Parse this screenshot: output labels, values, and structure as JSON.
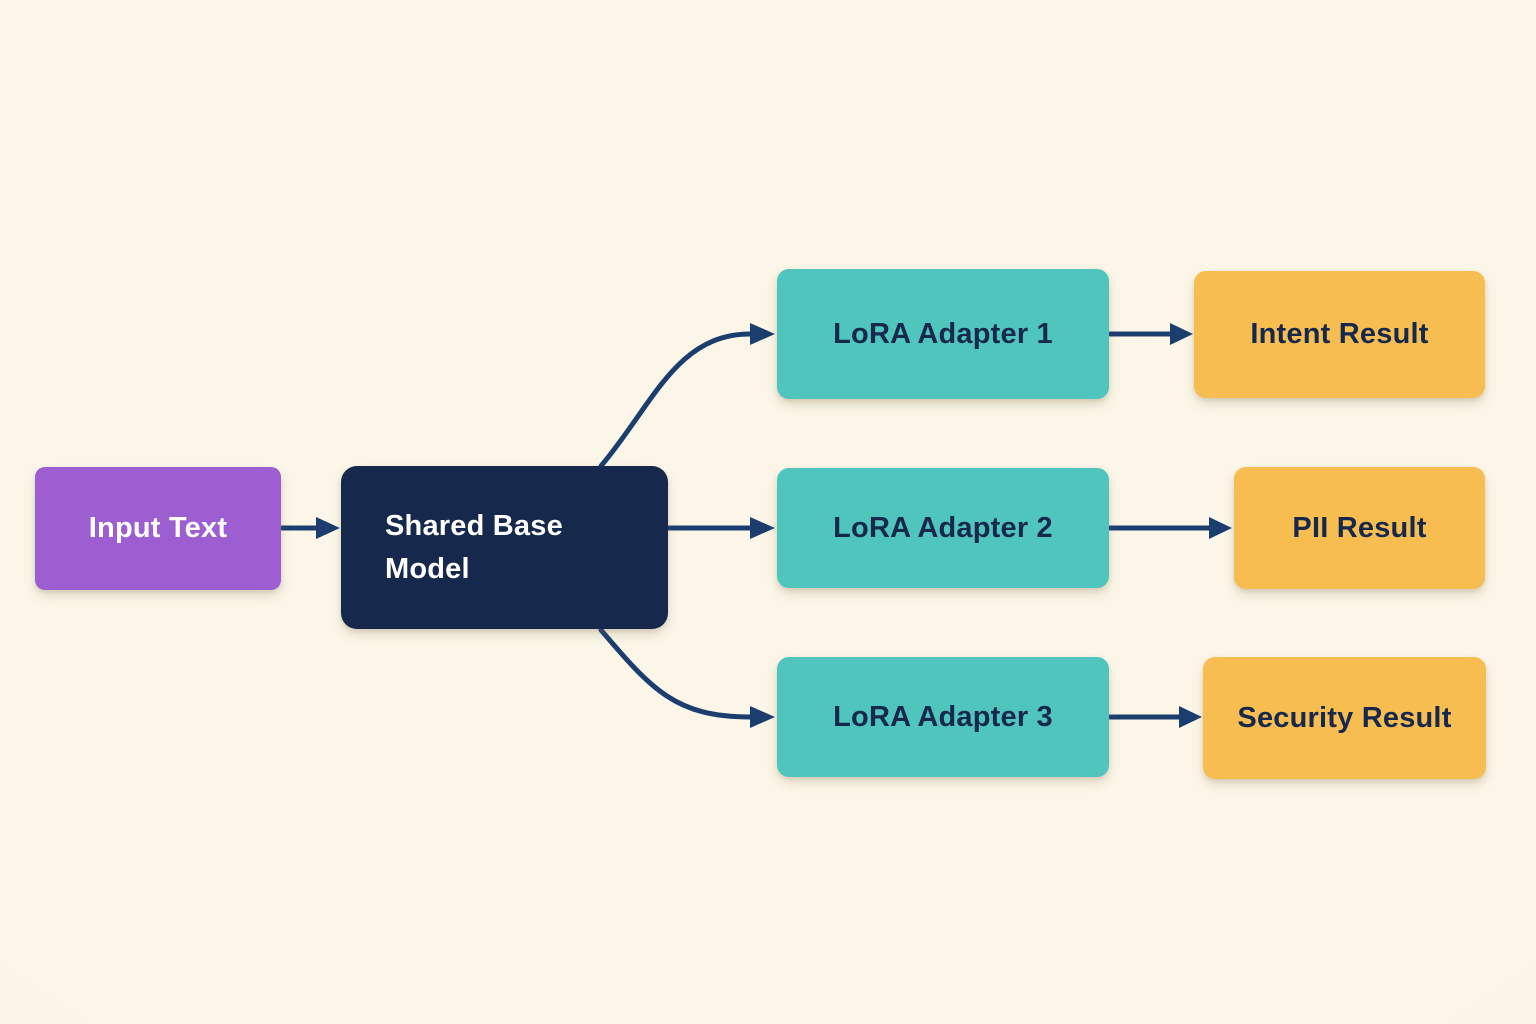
{
  "diagram": {
    "colors": {
      "background": "#faf4e4",
      "arrow": "#1c3e6f"
    },
    "nodes": [
      {
        "id": "input-text",
        "label": "Input Text",
        "fill": "#9c5ed1",
        "text_color": "#ffffff"
      },
      {
        "id": "shared-base-model",
        "label": "Shared Base Model",
        "fill": "#16294d",
        "text_color": "#ffffff"
      },
      {
        "id": "lora-adapter-1",
        "label": "LoRA Adapter 1",
        "fill": "#4fc5bd",
        "text_color": "#16294d"
      },
      {
        "id": "lora-adapter-2",
        "label": "LoRA Adapter 2",
        "fill": "#4fc5bd",
        "text_color": "#16294d"
      },
      {
        "id": "lora-adapter-3",
        "label": "LoRA Adapter 3",
        "fill": "#4fc5bd",
        "text_color": "#16294d"
      },
      {
        "id": "intent-result",
        "label": "Intent Result",
        "fill": "#f8bd50",
        "text_color": "#16294d"
      },
      {
        "id": "pii-result",
        "label": "PII Result",
        "fill": "#f8bd50",
        "text_color": "#16294d"
      },
      {
        "id": "security-result",
        "label": "Security Result",
        "fill": "#f8bd50",
        "text_color": "#16294d"
      }
    ],
    "edges": [
      {
        "from": "input-text",
        "to": "shared-base-model"
      },
      {
        "from": "shared-base-model",
        "to": "lora-adapter-1"
      },
      {
        "from": "shared-base-model",
        "to": "lora-adapter-2"
      },
      {
        "from": "shared-base-model",
        "to": "lora-adapter-3"
      },
      {
        "from": "lora-adapter-1",
        "to": "intent-result"
      },
      {
        "from": "lora-adapter-2",
        "to": "pii-result"
      },
      {
        "from": "lora-adapter-3",
        "to": "security-result"
      }
    ]
  }
}
